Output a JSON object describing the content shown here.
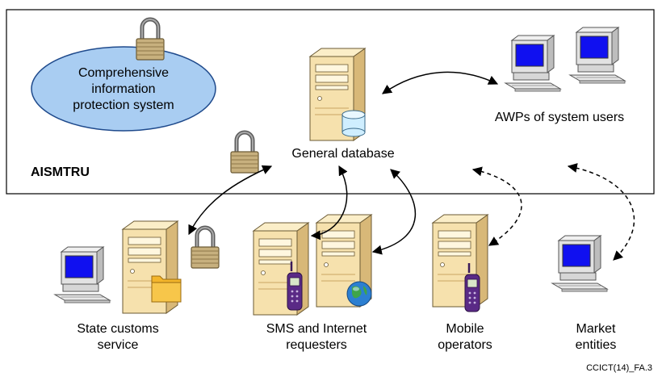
{
  "system_label": "AISMTRU",
  "protection_system": "Comprehensive information protection system",
  "protection_lines": [
    "Comprehensive",
    "information",
    "protection system"
  ],
  "database_label": "General database",
  "awp_label": "AWPs of system users",
  "nodes": {
    "customs": [
      "State customs",
      "service"
    ],
    "requesters": [
      "SMS and Internet",
      "requesters"
    ],
    "mobile": [
      "Mobile",
      "operators"
    ],
    "market": [
      "Market",
      "entities"
    ]
  },
  "figure_id": "CCICT(14)_FA.3",
  "colors": {
    "ellipse_fill": "#a9cdf2",
    "ellipse_stroke": "#1f4a8c",
    "server_body": "#f6e1ad",
    "server_side": "#d8b878",
    "screen": "#1010f0",
    "monitor": "#e2e2e2",
    "lock_body": "#c7b07e",
    "phone": "#5a2a86",
    "folder": "#f3b52b",
    "globe": "#2c7fd1"
  },
  "icons": [
    "padlock-icon",
    "server-icon",
    "database-cylinder-icon",
    "workstation-icon",
    "mobile-phone-icon",
    "folder-icon",
    "globe-icon"
  ]
}
